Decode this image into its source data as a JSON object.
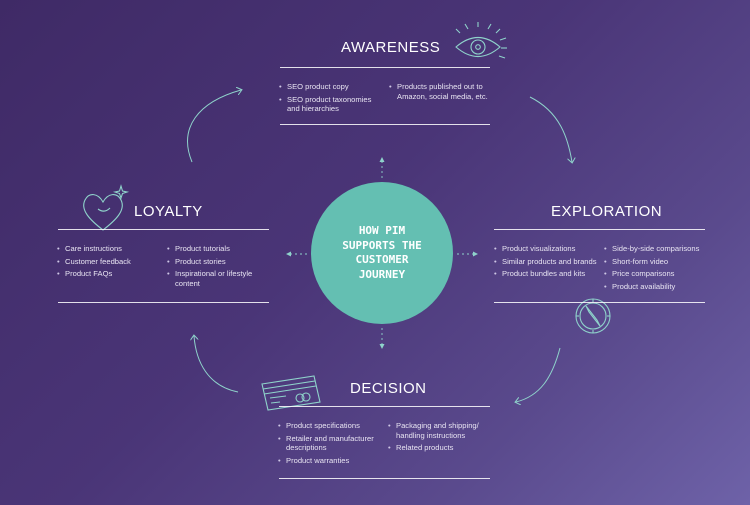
{
  "hub": {
    "lines": [
      "HOW PIM",
      "SUPPORTS THE",
      "CUSTOMER",
      "JOURNEY"
    ]
  },
  "stages": {
    "awareness": {
      "title": "AWARENESS",
      "col1": [
        "SEO product copy",
        "SEO product taxonomies and hierarchies"
      ],
      "col2": [
        "Products published out to Amazon, social media, etc."
      ]
    },
    "exploration": {
      "title": "EXPLORATION",
      "col1": [
        "Product visualizations",
        "Similar products and brands",
        "Product bundles and kits"
      ],
      "col2": [
        "Side-by-side comparisons",
        "Short-form video",
        "Price comparisons",
        "Product availability"
      ]
    },
    "decision": {
      "title": "DECISION",
      "col1": [
        "Product specifications",
        "Retailer and manufacturer descriptions",
        "Product warranties"
      ],
      "col2": [
        "Packaging and shipping/ handling instructions",
        "Related products"
      ]
    },
    "loyalty": {
      "title": "LOYALTY",
      "col1": [
        "Care instructions",
        "Customer feedback",
        "Product FAQs"
      ],
      "col2": [
        "Product tutorials",
        "Product stories",
        "Inspirational or lifestyle content"
      ]
    }
  },
  "icons": {
    "awareness": "eye-icon",
    "exploration": "compass-icon",
    "decision": "credit-card-icon",
    "loyalty": "heart-icon"
  },
  "colors": {
    "hub": "#64bfb2",
    "accent_line": "#8fd3cb",
    "background_start": "#3f2a66",
    "background_end": "#6e62a8"
  }
}
